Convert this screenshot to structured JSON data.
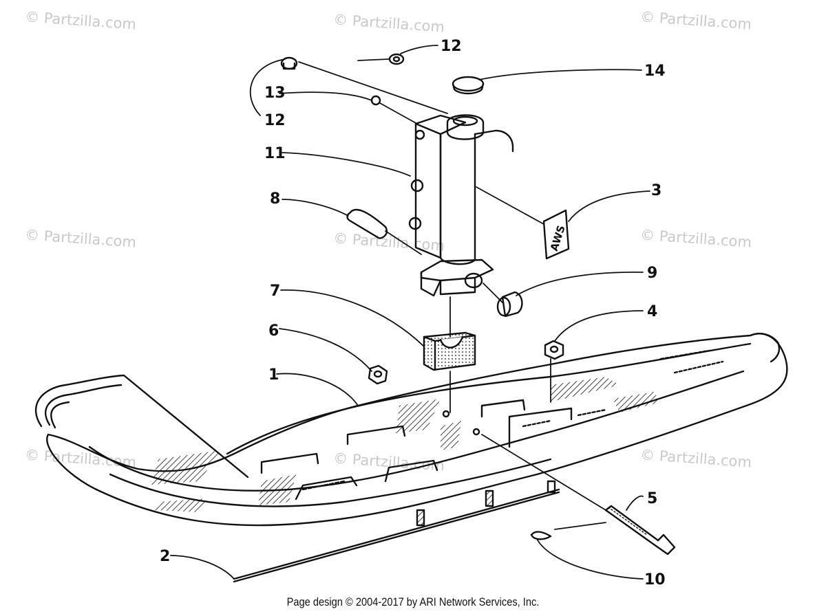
{
  "watermark": "© Partzilla.com",
  "callouts": {
    "c1": "1",
    "c2": "2",
    "c3": "3",
    "c4": "4",
    "c5": "5",
    "c6": "6",
    "c7": "7",
    "c8": "8",
    "c9": "9",
    "c10": "10",
    "c11": "11",
    "c12a": "12",
    "c12b": "12",
    "c13": "13",
    "c14": "14"
  },
  "decal_text": "AWS",
  "footer": "Page design © 2004-2017 by ARI Network Services, Inc."
}
